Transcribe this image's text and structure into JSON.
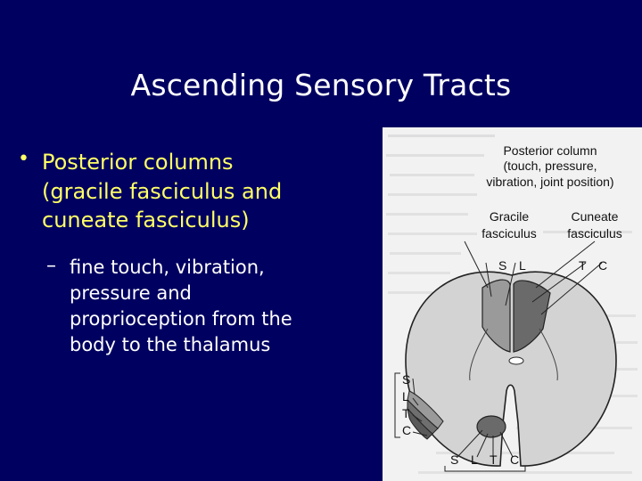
{
  "slide": {
    "title": "Ascending Sensory Tracts",
    "bullet": {
      "marker": "•",
      "lines": [
        "Posterior columns",
        "(gracile fasciculus and",
        "cuneate fasciculus)"
      ]
    },
    "sub_bullet": {
      "marker": "–",
      "lines": [
        "fine touch, vibration,",
        "pressure and",
        "proprioception from the",
        "body to the thalamus"
      ]
    }
  },
  "figure": {
    "posterior_column_label": [
      "Posterior column",
      "(touch, pressure,",
      "vibration, joint position)"
    ],
    "gracile_label": [
      "Gracile",
      "fasciculus"
    ],
    "cuneate_label": [
      "Cuneate",
      "fasciculus"
    ],
    "top_left_letters": [
      "S",
      "L"
    ],
    "top_right_letters": [
      "T",
      "C"
    ],
    "left_letters": [
      "S",
      "L",
      "T",
      "C"
    ],
    "bottom_letters": [
      "S",
      "L",
      "T",
      "C"
    ]
  },
  "colors": {
    "background": "#000060",
    "title": "#ffffff",
    "bullet_text": "#ffff66",
    "sub_text": "#ffffff",
    "figure_background": "#f2f2f2"
  }
}
